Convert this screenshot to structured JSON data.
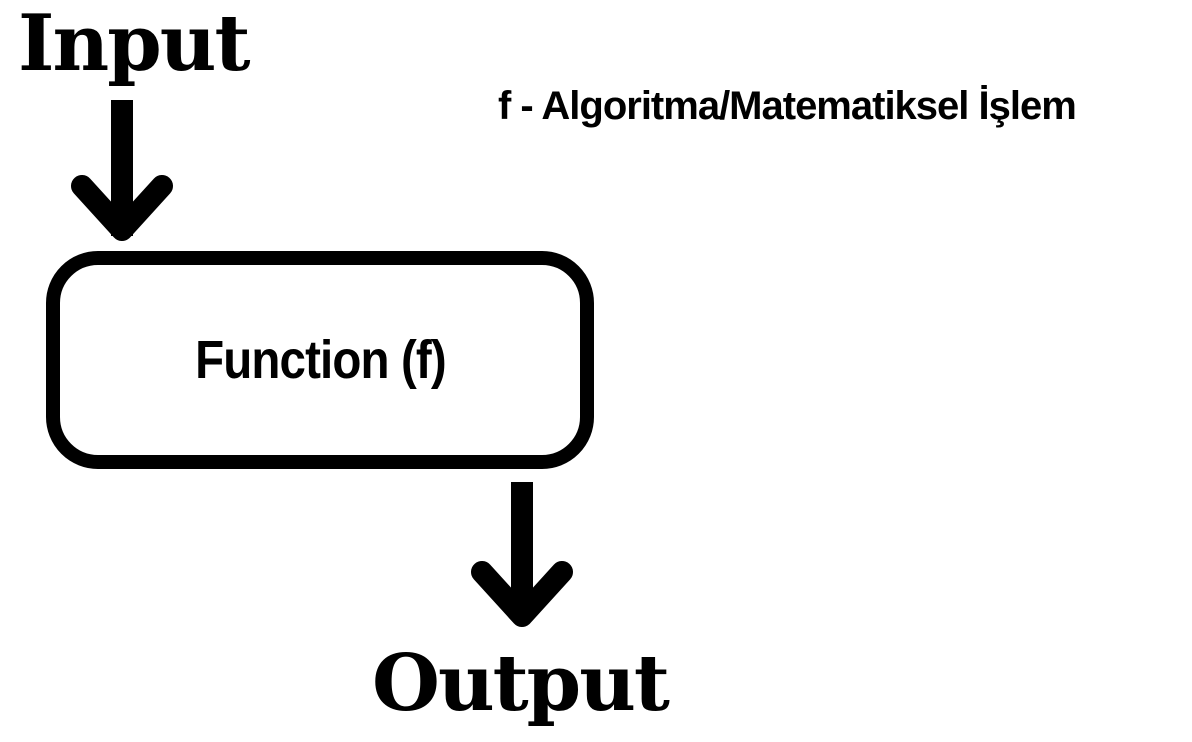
{
  "diagram": {
    "input_label": "Input",
    "output_label": "Output",
    "function_label": "Function (f)",
    "description": "f - Algoritma/Matematiksel İşlem",
    "colors": {
      "stroke": "#000000",
      "background": "#ffffff",
      "text": "#000000"
    },
    "edges": [
      {
        "from": "Input",
        "to": "Function (f)"
      },
      {
        "from": "Function (f)",
        "to": "Output"
      }
    ]
  }
}
